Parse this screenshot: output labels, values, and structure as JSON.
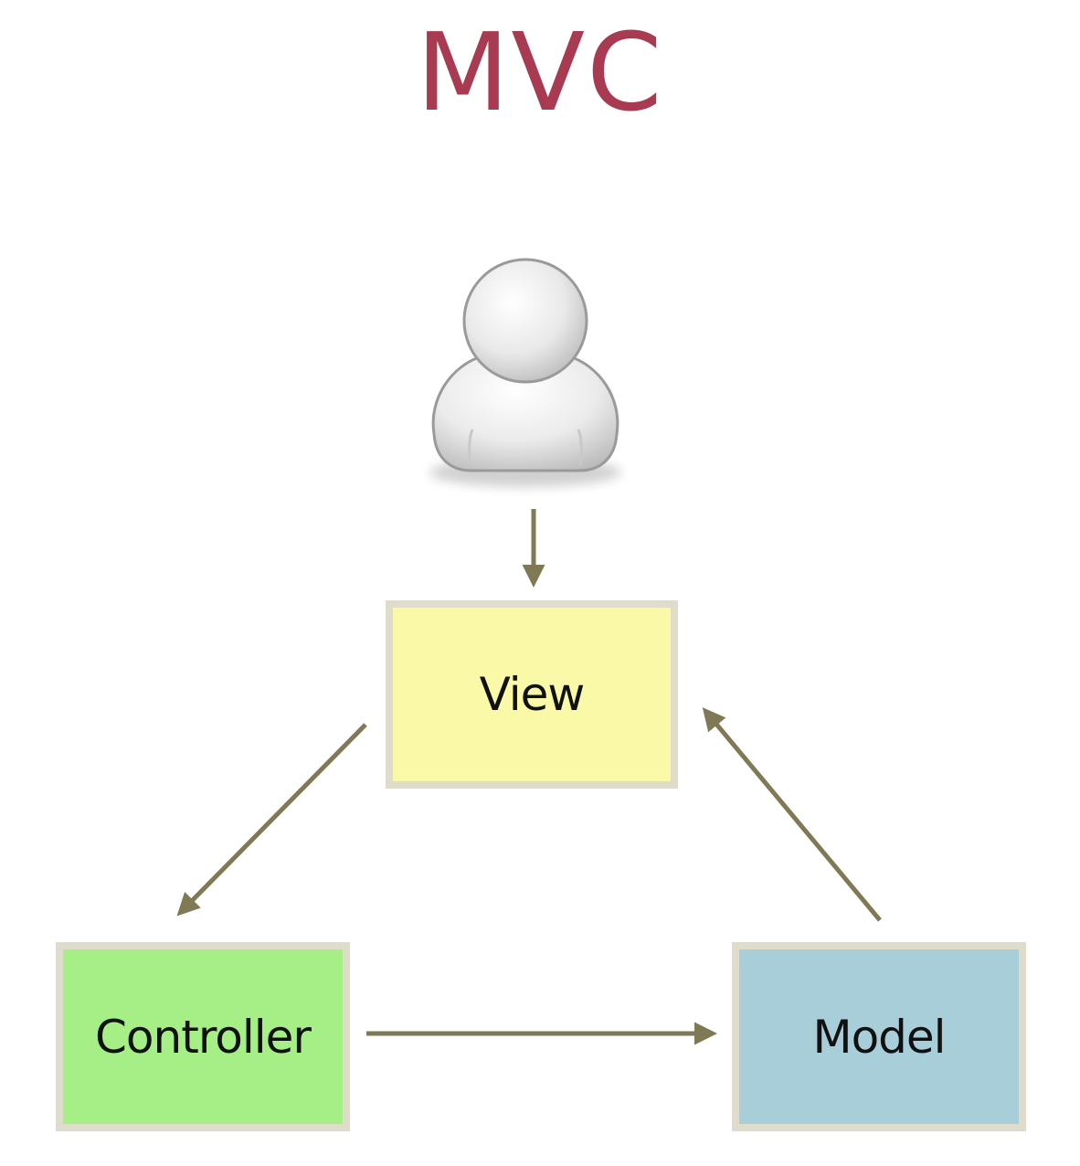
{
  "title": "MVC",
  "nodes": {
    "view": {
      "label": "View",
      "color": "#faf9a8"
    },
    "controller": {
      "label": "Controller",
      "color": "#a6ef86"
    },
    "model": {
      "label": "Model",
      "color": "#a8cfd9"
    }
  },
  "user_icon": "user-icon",
  "edges": [
    {
      "from": "user",
      "to": "view"
    },
    {
      "from": "view",
      "to": "controller"
    },
    {
      "from": "controller",
      "to": "model"
    },
    {
      "from": "model",
      "to": "view"
    }
  ],
  "colors": {
    "title": "#a83a52",
    "arrow": "#7f7a55",
    "box_border": "#e0dccc"
  }
}
